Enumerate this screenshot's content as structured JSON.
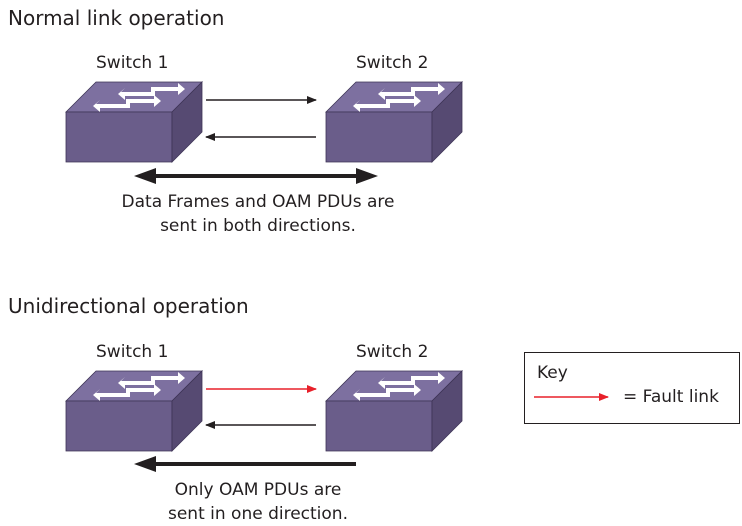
{
  "sections": {
    "normal": {
      "title": "Normal link operation",
      "switch_a": "Switch 1",
      "switch_b": "Switch 2",
      "caption_line1": "Data Frames and OAM PDUs are",
      "caption_line2": "sent in both directions."
    },
    "unidirectional": {
      "title": "Unidirectional operation",
      "switch_a": "Switch 1",
      "switch_b": "Switch 2",
      "caption_line1": "Only OAM PDUs are",
      "caption_line2": "sent in one direction."
    }
  },
  "key": {
    "title": "Key",
    "entry_label": "= Fault link"
  },
  "colors": {
    "switch_face": "#6a5d8a",
    "switch_top": "#7d70a0",
    "switch_right": "#564a72",
    "fault_link": "#e8202a",
    "link": "#231f20"
  }
}
